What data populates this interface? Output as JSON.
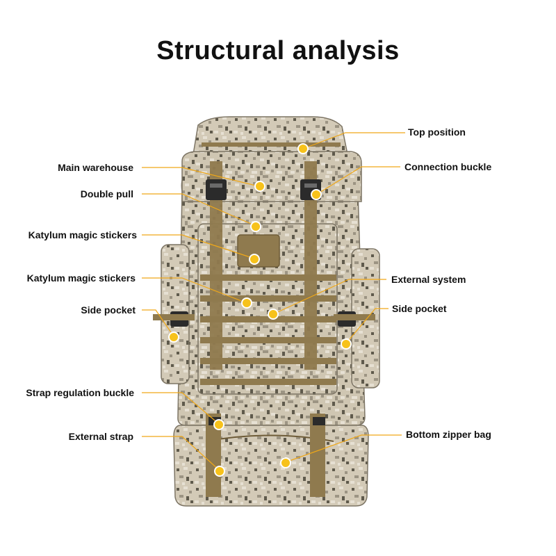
{
  "title": "Structural analysis",
  "colors": {
    "leader_line": "#f0a818",
    "marker_fill": "#f7c21b",
    "marker_ring": "#ffffff",
    "camo_base": "#cfc6b2",
    "camo_light": "#e6e0d3",
    "camo_dark": "#5f5a4c",
    "camo_mid": "#9c9483",
    "webbing": "#8f7a4e",
    "webbing_dark": "#6e5c38"
  },
  "callouts": [
    {
      "id": "top-position",
      "label": "Top position",
      "side": "right"
    },
    {
      "id": "main-warehouse",
      "label": "Main warehouse",
      "side": "left"
    },
    {
      "id": "connection-buckle",
      "label": "Connection buckle",
      "side": "right"
    },
    {
      "id": "double-pull",
      "label": "Double pull",
      "side": "left"
    },
    {
      "id": "katylum-magic-stickers-1",
      "label": "Katylum magic stickers",
      "side": "left"
    },
    {
      "id": "katylum-magic-stickers-2",
      "label": "Katylum magic stickers",
      "side": "left"
    },
    {
      "id": "external-system",
      "label": "External system",
      "side": "right"
    },
    {
      "id": "side-pocket-left",
      "label": "Side pocket",
      "side": "left"
    },
    {
      "id": "side-pocket-right",
      "label": "Side pocket",
      "side": "right"
    },
    {
      "id": "strap-regulation-buckle",
      "label": "Strap regulation buckle",
      "side": "left"
    },
    {
      "id": "external-strap",
      "label": "External strap",
      "side": "left"
    },
    {
      "id": "bottom-zipper-bag",
      "label": "Bottom zipper bag",
      "side": "right"
    }
  ]
}
